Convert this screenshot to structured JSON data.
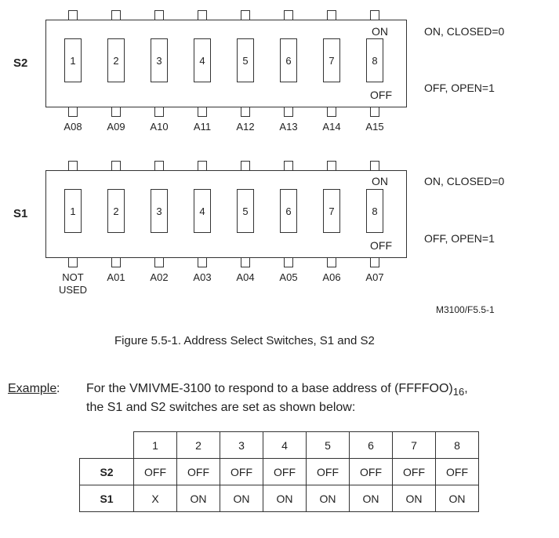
{
  "s2": {
    "name": "S2",
    "on_label": "ON",
    "off_label": "OFF",
    "state_on": "ON, CLOSED=0",
    "state_off": "OFF, OPEN=1",
    "positions": [
      "1",
      "2",
      "3",
      "4",
      "5",
      "6",
      "7",
      "8"
    ],
    "addresses": [
      "A08",
      "A09",
      "A10",
      "A11",
      "A12",
      "A13",
      "A14",
      "A15"
    ]
  },
  "s1": {
    "name": "S1",
    "on_label": "ON",
    "off_label": "OFF",
    "state_on": "ON, CLOSED=0",
    "state_off": "OFF, OPEN=1",
    "positions": [
      "1",
      "2",
      "3",
      "4",
      "5",
      "6",
      "7",
      "8"
    ],
    "addresses": [
      "NOT\nUSED",
      "A01",
      "A02",
      "A03",
      "A04",
      "A05",
      "A06",
      "A07"
    ]
  },
  "figure_ref": "M3100/F5.5-1",
  "caption": "Figure 5.5-1.  Address Select Switches, S1 and S2",
  "example": {
    "label": "Example",
    "colon": ":",
    "line1_prefix": "For the VMIVME-3100 to respond to a base address of (FFFFOO)",
    "line1_subscript": "16",
    "line1_suffix": ",",
    "line2": "the S1 and S2 switches are set as shown below:"
  },
  "table": {
    "headers": [
      "1",
      "2",
      "3",
      "4",
      "5",
      "6",
      "7",
      "8"
    ],
    "rows": [
      {
        "label": "S2",
        "values": [
          "OFF",
          "OFF",
          "OFF",
          "OFF",
          "OFF",
          "OFF",
          "OFF",
          "OFF"
        ]
      },
      {
        "label": "S1",
        "values": [
          "X",
          "ON",
          "ON",
          "ON",
          "ON",
          "ON",
          "ON",
          "ON"
        ]
      }
    ]
  }
}
